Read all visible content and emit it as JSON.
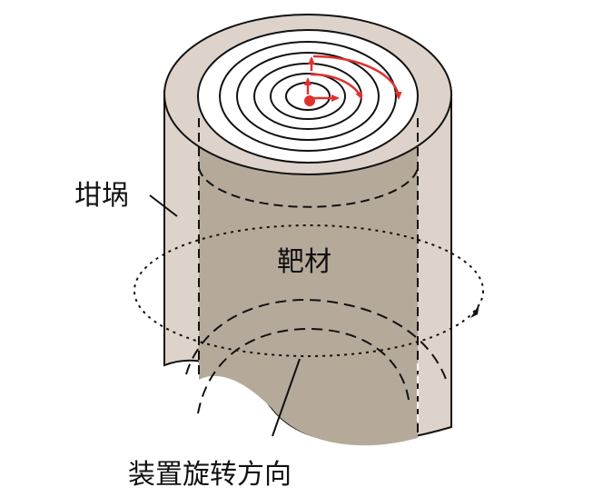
{
  "labels": {
    "crucible": "坩埚",
    "target": "靶材",
    "rotation": "装置旋转方向"
  },
  "colors": {
    "crucible_fill": "#ddd3ca",
    "target_fill": "#b5aa9a",
    "target_top": "#ffffff",
    "outline": "#111111",
    "accent": "#e0312f"
  }
}
